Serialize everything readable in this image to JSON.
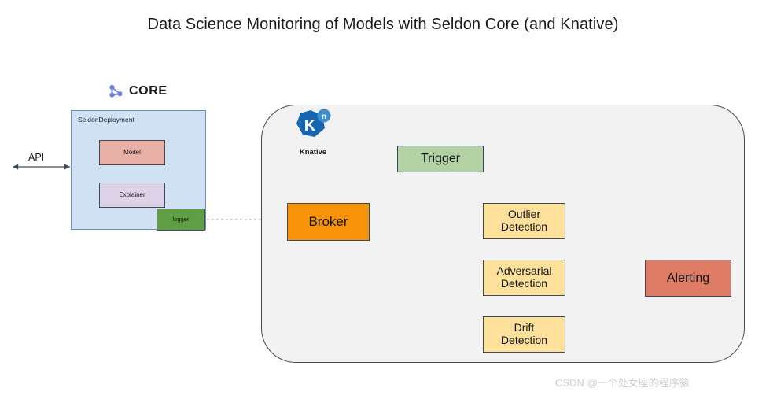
{
  "title": "Data Science Monitoring of Models with Seldon Core (and Knative)",
  "seldon": {
    "logo_wordmark": "CORE",
    "logo_icon": "seldon-core-node-graph-icon",
    "panel_label": "SeldonDeployment",
    "model_label": "Model",
    "explainer_label": "Explainer",
    "logger_label": "logger",
    "api_label": "API"
  },
  "knative": {
    "logo_letter": "K",
    "logo_superscript": "n",
    "logo_label": "Knative",
    "trigger_label": "Trigger",
    "broker_label": "Broker"
  },
  "detectors": [
    {
      "line1": "Outlier",
      "line2": "Detection"
    },
    {
      "line1": "Adversarial",
      "line2": "Detection"
    },
    {
      "line1": "Drift",
      "line2": "Detection"
    }
  ],
  "alerting": {
    "label": "Alerting"
  },
  "watermark": "CSDN @一个处女座的程序猿",
  "colors": {
    "model": "#e8b0a6",
    "explainer": "#ddd2e8",
    "logger": "#5f9e43",
    "deployment_panel": "#cfe1f2",
    "trigger": "#b3d2a4",
    "broker": "#f79308",
    "detector": "#fde099",
    "alerting": "#dd7b64",
    "zone_background": "#f2f2f2",
    "stroke": "#3d4a5c",
    "knative_blue": "#1565b0",
    "core_logo_blue": "#6b7ee8"
  }
}
